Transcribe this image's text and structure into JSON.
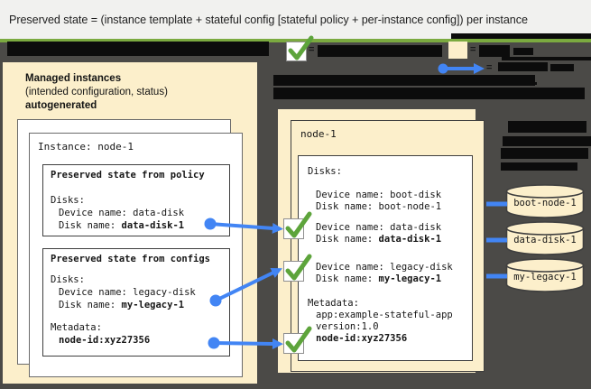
{
  "title_bar": {
    "text": "Preserved state = (instance template + stateful config [stateful policy + per-instance config]) per instance"
  },
  "legend": {
    "equals": "="
  },
  "colors": {
    "background": "#4b4a47",
    "panel_cream": "#fcefcb",
    "title_bar_bg": "#f1f1ef",
    "green_line": "#7baa40",
    "check_green": "#5da43b",
    "connector_blue": "#4285f4",
    "redaction_black": "#0c0c0c"
  },
  "managed_instances_panel": {
    "heading": "Managed instances",
    "subheading": "(intended configuration, status)",
    "annotation": "autogenerated",
    "instance_card": {
      "title": "Instance: node-1",
      "policy_box": {
        "title": "Preserved state from policy",
        "disks_heading": "Disks:",
        "device_line": "Device name: data-disk",
        "disk_name_label": "Disk name: ",
        "disk_name_value": "data-disk-1"
      },
      "configs_box": {
        "title": "Preserved state from configs",
        "disks_heading": "Disks:",
        "device_line": "Device name: legacy-disk",
        "disk_name_label": "Disk name: ",
        "disk_name_value": "my-legacy-1",
        "metadata_heading": "Metadata:",
        "metadata_value": "node-id:xyz27356"
      }
    }
  },
  "instance_panel": {
    "card_title": "node-1",
    "disks_heading": "Disks:",
    "boot_disk": {
      "device_line": "Device name: boot-disk",
      "disk_name_label": "Disk name: ",
      "disk_name_value": "boot-node-1"
    },
    "data_disk": {
      "device_line": "Device name: data-disk",
      "disk_name_label": "Disk name: ",
      "disk_name_value": "data-disk-1"
    },
    "legacy_disk": {
      "device_line": "Device name: legacy-disk",
      "disk_name_label": "Disk name: ",
      "disk_name_value": "my-legacy-1"
    },
    "metadata": {
      "heading": "Metadata:",
      "app_line": "app:example-stateful-app",
      "version_line": "version:1.0",
      "node_id_line": "node-id:xyz27356"
    }
  },
  "persistent_disks": [
    {
      "label": "boot-node-1"
    },
    {
      "label": "data-disk-1"
    },
    {
      "label": "my-legacy-1"
    }
  ]
}
